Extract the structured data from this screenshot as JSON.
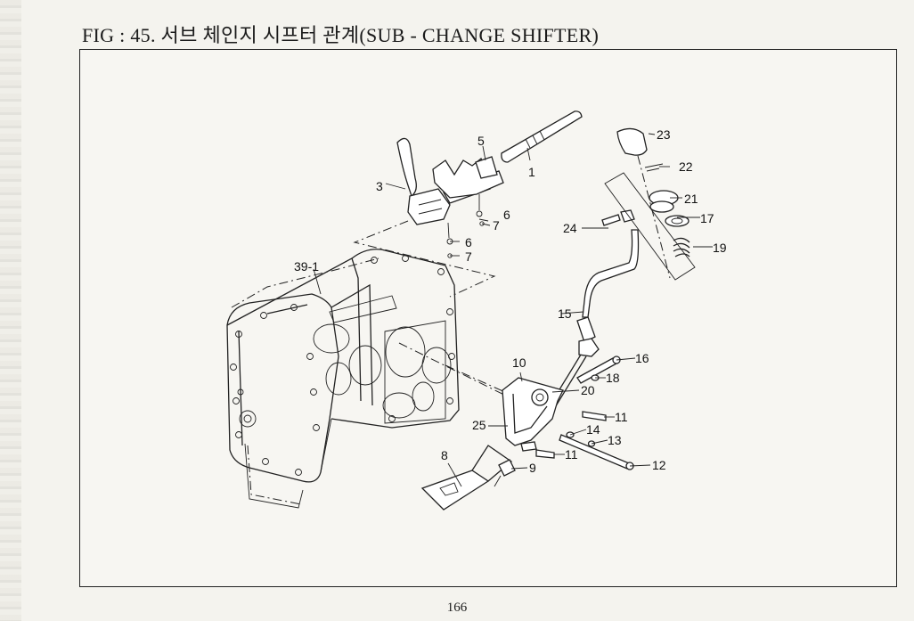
{
  "title": "FIG : 45. 서브 체인지 시프터 관계(SUB - CHANGE SHIFTER)",
  "page_number": "166",
  "callouts": {
    "c1": "1",
    "c3": "3",
    "c5": "5",
    "c6a": "6",
    "c7a": "7",
    "c6b": "6",
    "c7b": "7",
    "c8": "8",
    "c9": "9",
    "c10": "10",
    "c11a": "11",
    "c11b": "11",
    "c12": "12",
    "c13": "13",
    "c14": "14",
    "c15": "15",
    "c16": "16",
    "c17": "17",
    "c18": "18",
    "c19": "19",
    "c20": "20",
    "c21": "21",
    "c22": "22",
    "c23": "23",
    "c24": "24",
    "c25": "25",
    "c39": "39-1"
  }
}
